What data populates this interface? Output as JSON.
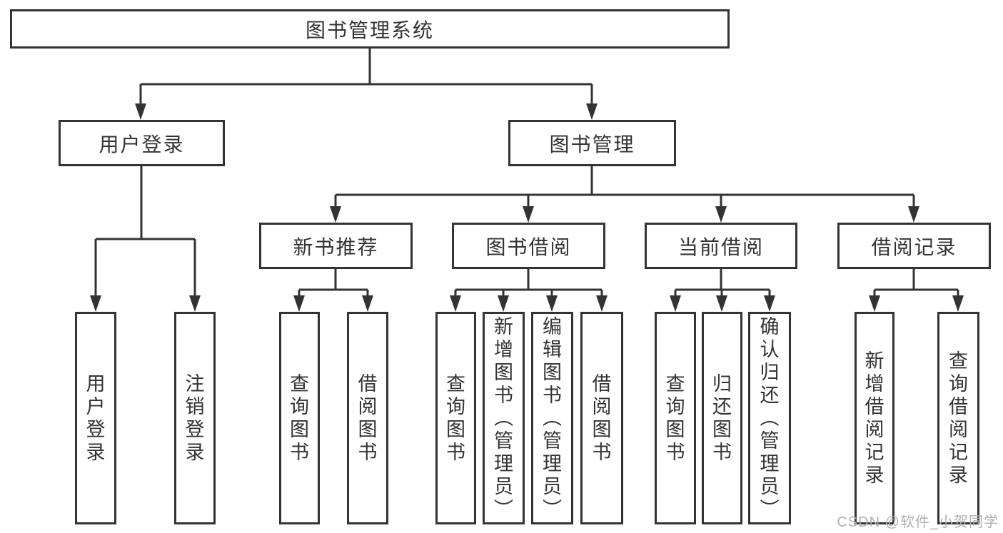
{
  "diagram": {
    "title": "图书管理系统",
    "watermark": "CSDN @软件_小贺同学",
    "colors": {
      "line": "#333333",
      "text": "#333333",
      "watermark": "#b0b0b0",
      "background": "#ffffff"
    },
    "root": {
      "label": "图书管理系统"
    },
    "branches": [
      {
        "label": "用户登录",
        "children": [
          {
            "label": "用户登录"
          },
          {
            "label": "注销登录"
          }
        ]
      },
      {
        "label": "图书管理",
        "children": [
          {
            "label": "新书推荐",
            "children": [
              {
                "label": "查询图书"
              },
              {
                "label": "借阅图书"
              }
            ]
          },
          {
            "label": "图书借阅",
            "children": [
              {
                "label": "查询图书"
              },
              {
                "label": "新增图书（管理员）"
              },
              {
                "label": "编辑图书（管理员）"
              },
              {
                "label": "借阅图书"
              }
            ]
          },
          {
            "label": "当前借阅",
            "children": [
              {
                "label": "查询图书"
              },
              {
                "label": "归还图书"
              },
              {
                "label": "确认归还（管理员）"
              }
            ]
          },
          {
            "label": "借阅记录",
            "children": [
              {
                "label": "新增借阅记录"
              },
              {
                "label": "查询借阅记录"
              }
            ]
          }
        ]
      }
    ]
  }
}
